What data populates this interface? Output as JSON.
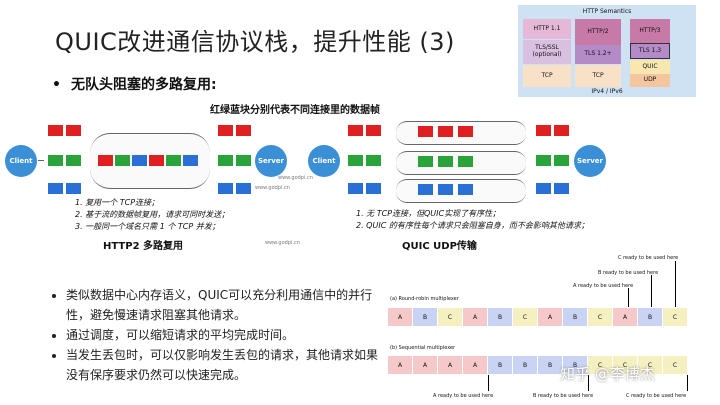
{
  "slide": {
    "title": "QUIC改进通信协议栈，提升性能 (3)",
    "subtitle": "无队头阻塞的多路复用:",
    "subtitle_bullet": "•",
    "caption_colors": "红绿蓝块分别代表不同连接里的数据帧"
  },
  "stack": {
    "http_semantics": "HTTP Semantics",
    "col1": {
      "top": "HTTP 1.1",
      "mid": "TLS/SSL (optional)",
      "bottom": "TCP"
    },
    "col2": {
      "top": "HTTP/2",
      "mid": "TLS 1.2+",
      "bottom": "TCP"
    },
    "col3": {
      "top": "HTTP/3",
      "tls": "TLS 1.3",
      "quic": "QUIC",
      "udp": "UDP"
    },
    "ip": "IPv4 / IPv6"
  },
  "http2": {
    "client": "Client",
    "server": "Server",
    "watermark": "www.godpi.cn",
    "notes": [
      "1.  复用一个 TCP连接；",
      "2.  基于流的数据帧复用，请求可同时发送；",
      "3.  一般同一个域名只需 1 个 TCP 并发；"
    ],
    "label": "HTTP2 多路复用",
    "watermark2": "www.godpi.cn"
  },
  "quic": {
    "client": "Client",
    "server": "Server",
    "watermark": "www.godpi.cn",
    "notes": [
      "1.  无 TCP连接，但QUIC实现了有序性；",
      "2.  QUIC 的有序性每个请求只会阻塞自身，而不会影响其他请求；"
    ],
    "label": "QUIC UDP传输"
  },
  "bullets": [
    "类似数据中心内存语义，QUIC可以充分利用通信中的并行性，避免慢速请求阻塞其他请求。",
    "通过调度，可以缩短请求的平均完成时间。",
    "当发生丢包时，可以仅影响发生丢包的请求，其他请求如果没有保序要求仍然可以快速完成。"
  ],
  "sequence": {
    "a_title": "(a) Round-robin multiplexer",
    "b_title": "(b) Sequential multiplexer",
    "a_cells": [
      "A",
      "B",
      "C",
      "A",
      "B",
      "C",
      "A",
      "B",
      "C",
      "A",
      "B",
      "C"
    ],
    "b_cells": [
      "A",
      "A",
      "A",
      "A",
      "B",
      "B",
      "B",
      "B",
      "C",
      "C",
      "C",
      "C"
    ],
    "a_ann": [
      "C ready to be used here",
      "B ready to be used here",
      "A ready to be used here"
    ],
    "b_ann": [
      "A ready to be used here",
      "B ready to be used here",
      "C ready to be used here"
    ],
    "watermark": "知乎 @李博杰"
  },
  "colors": {
    "red": "#e02020",
    "green": "#2aa33a",
    "blue": "#2a6fd6",
    "client": "#3a8fd6"
  }
}
